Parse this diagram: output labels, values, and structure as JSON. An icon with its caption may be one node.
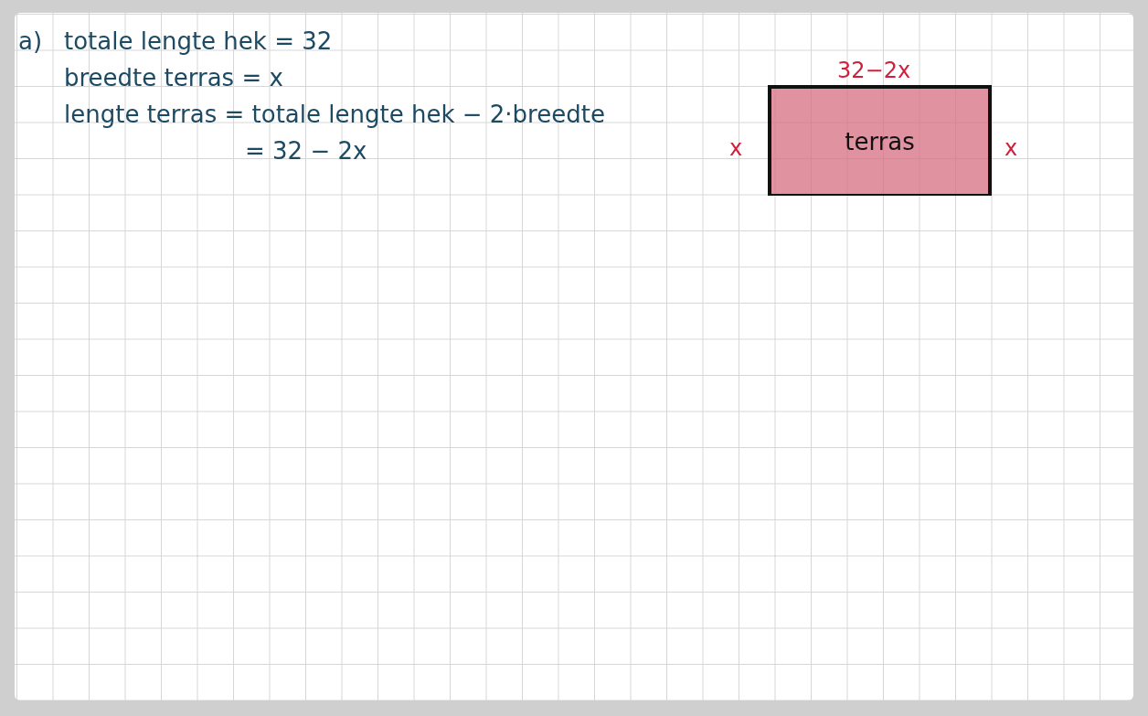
{
  "diagram": {
    "nodes": [
      {
        "text": [
          "terras"
        ]
      }
    ],
    "labels": [
      "a)",
      "totale lengte hek = 32",
      "breedte terras = x",
      "lengte terras = totale lengte hek − 2·breedte",
      "= 32 − 2x",
      "32−2x",
      "x",
      "x"
    ]
  }
}
